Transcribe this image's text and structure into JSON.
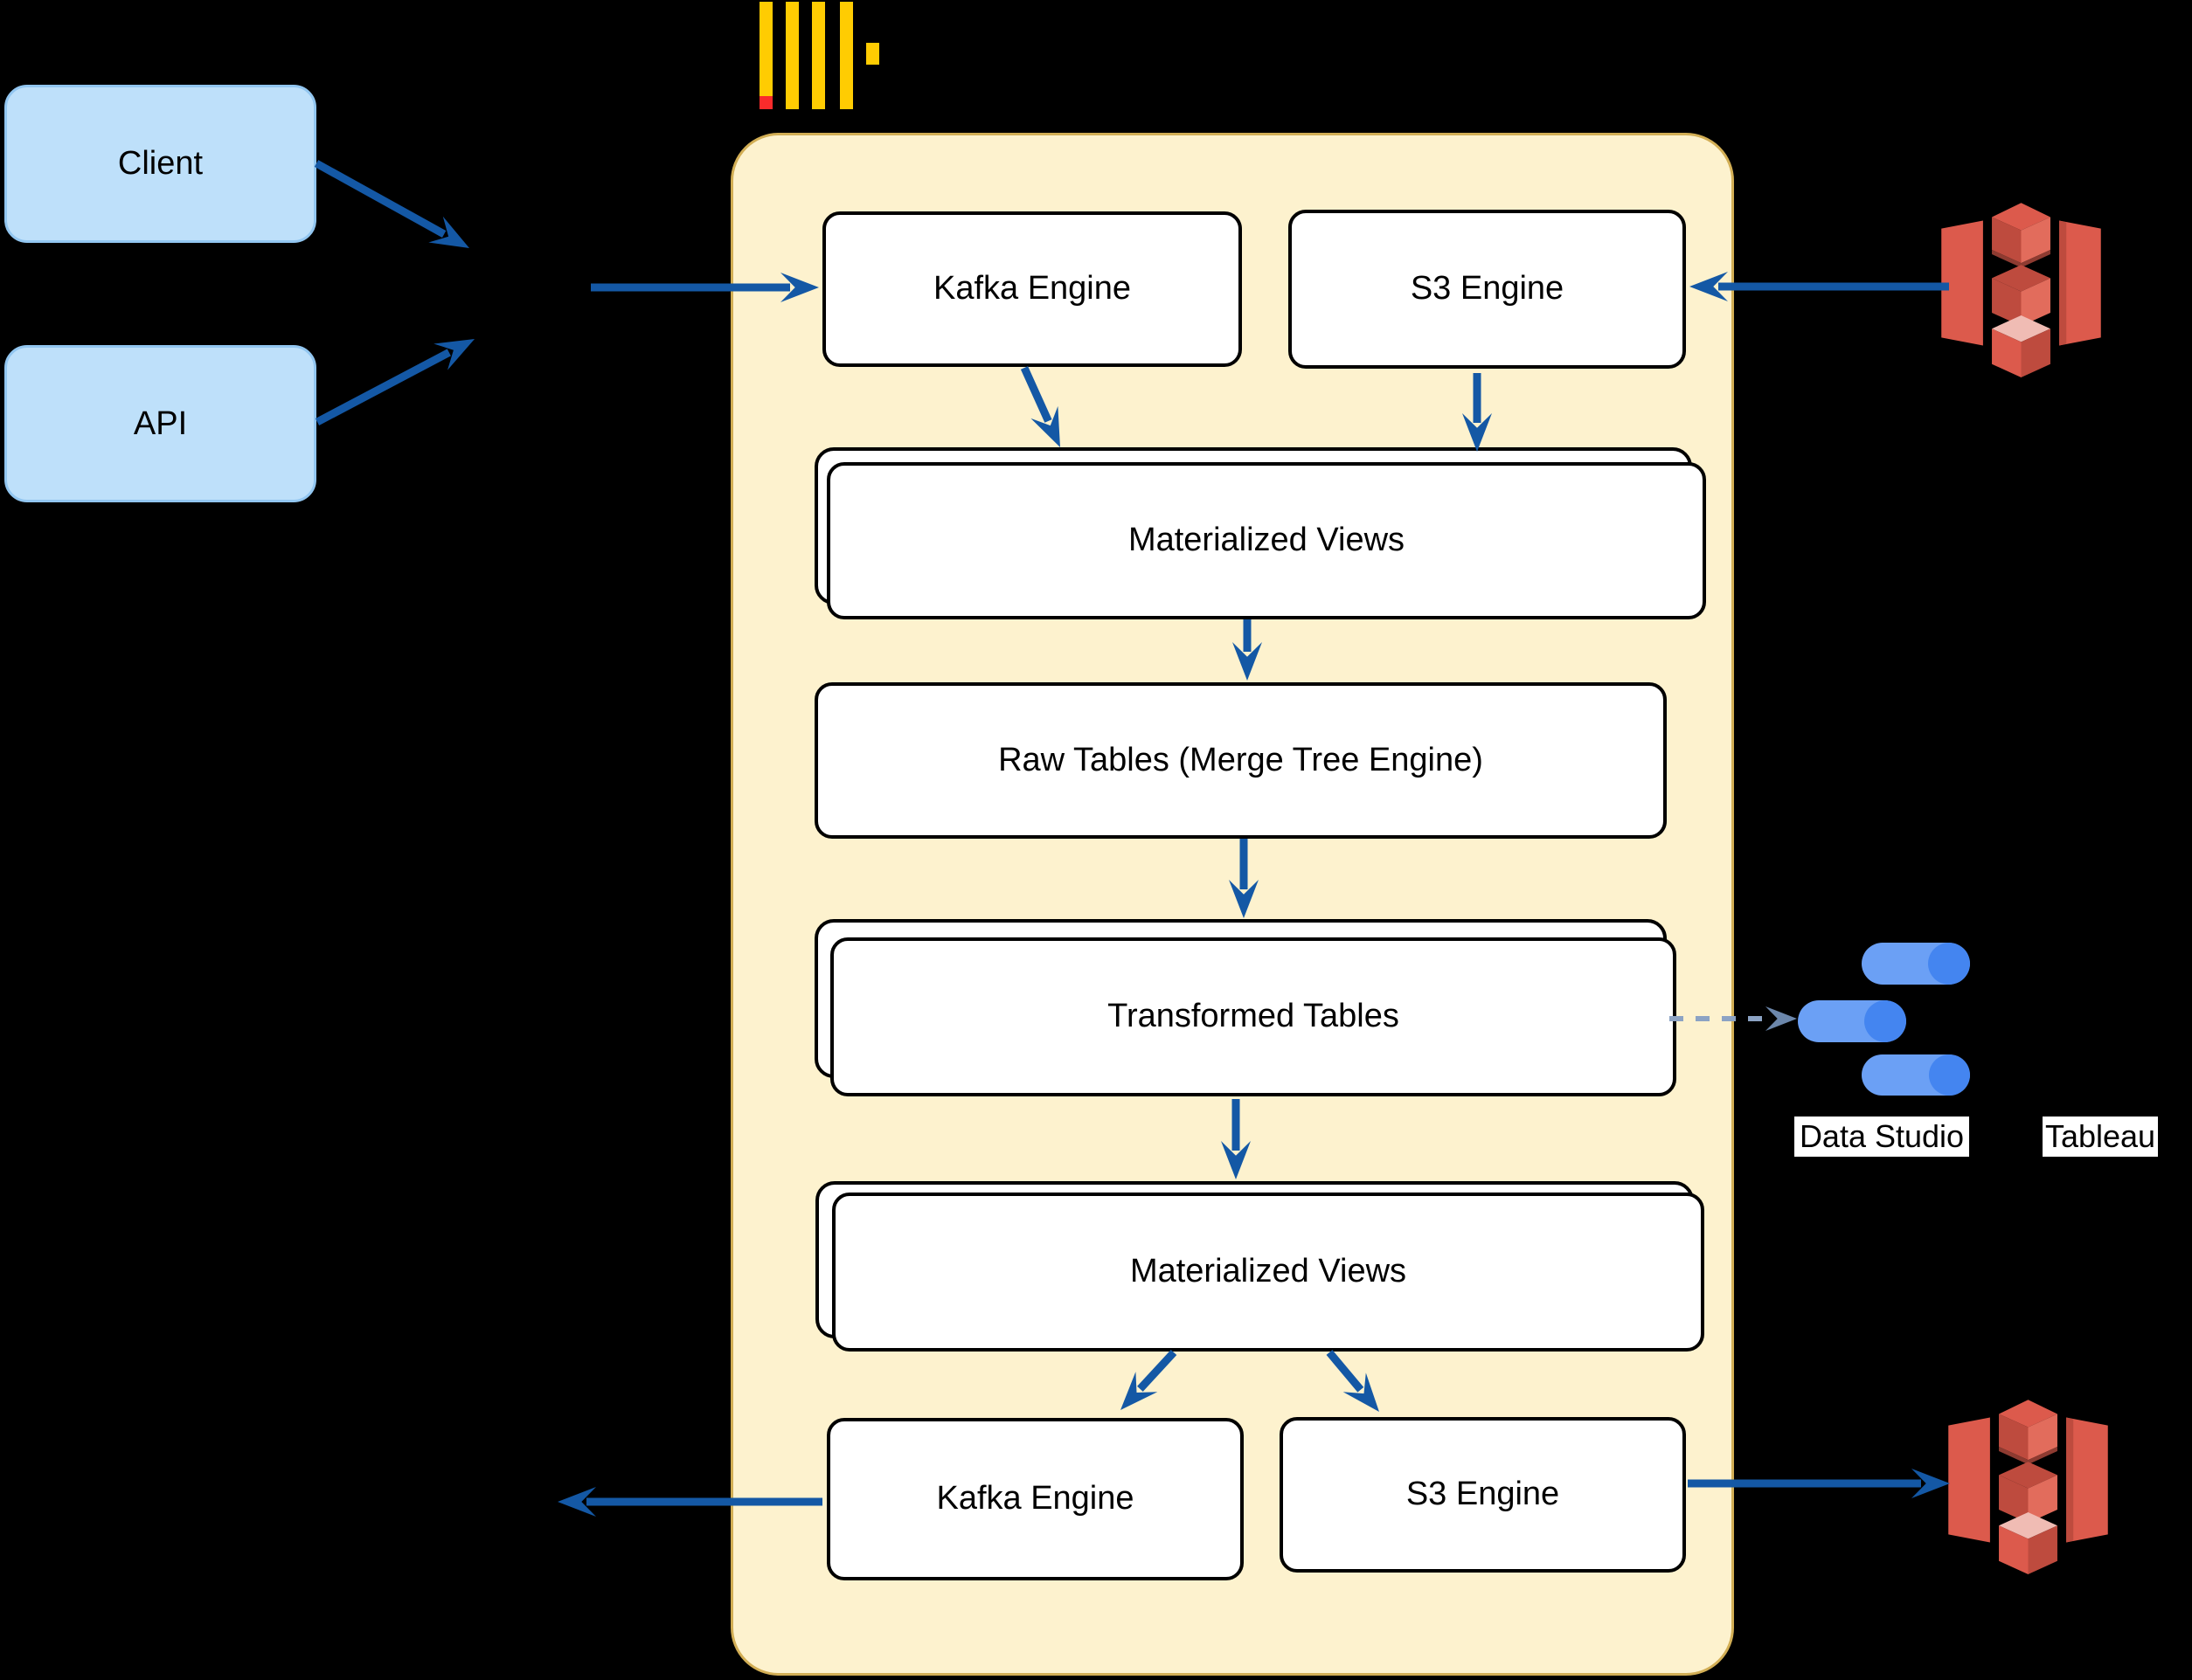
{
  "nodes": {
    "client": {
      "label": "Client"
    },
    "api": {
      "label": "API"
    },
    "kafka_engine_top": {
      "label": "Kafka Engine"
    },
    "s3_engine_top": {
      "label": "S3 Engine"
    },
    "materialized_views_top": {
      "label": "Materialized Views"
    },
    "raw_tables": {
      "label": "Raw Tables (Merge Tree Engine)"
    },
    "transformed_tables": {
      "label": "Transformed Tables"
    },
    "materialized_views_bottom": {
      "label": "Materialized Views"
    },
    "kafka_engine_bottom": {
      "label": "Kafka Engine"
    },
    "s3_engine_bottom": {
      "label": "S3 Engine"
    }
  },
  "captions": {
    "data_studio": "Data Studio",
    "tableau": "Tableau"
  },
  "icons": {
    "clickhouse_logo": "clickhouse-logo",
    "aws_s3_top": "aws-s3-bucket",
    "aws_s3_bottom": "aws-s3-bucket",
    "data_studio_logo": "google-data-studio"
  },
  "colors": {
    "canvas-bg": "#000000",
    "container-fill": "#FDF2CE",
    "container-stroke": "#D2AE55",
    "node-fill": "#FFFFFF",
    "node-stroke": "#000000",
    "client-fill": "#BEE0FA",
    "client-stroke": "#92C6F0",
    "arrow-blue": "#1458A5",
    "dash-stroke": "#8CA3C4",
    "dash-head": "#6C87AB",
    "ch-yellow": "#FFCC02",
    "ch-red": "#FA2B2B",
    "aws-red": "#DC5A4C",
    "aws-red-dark": "#BE4B3E",
    "aws-red-deep": "#8E3B31",
    "aws-red-light": "#E26C5C",
    "aws-pink": "#F0BCB4",
    "ds-blue": "#6BA0F5",
    "ds-blue-dark": "#4485F0"
  }
}
